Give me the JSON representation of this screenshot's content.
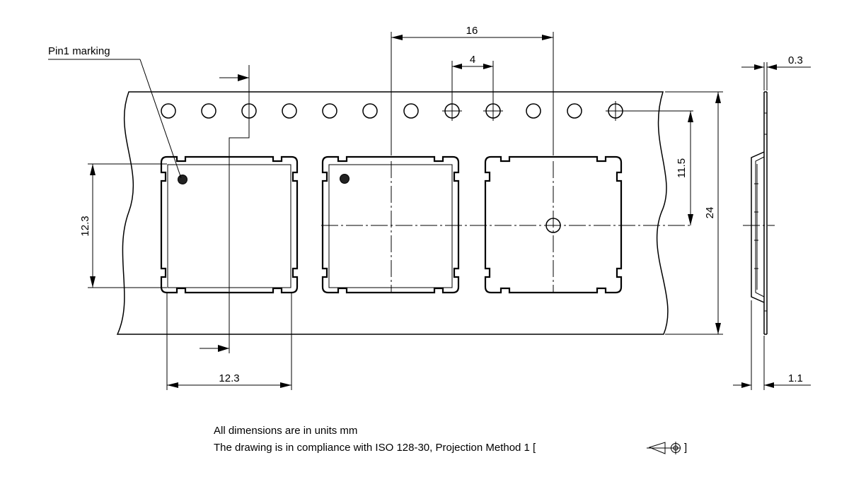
{
  "labels": {
    "pin1": "Pin1 marking"
  },
  "dimensions": {
    "pitch": "16",
    "hole_pitch": "4",
    "thickness_top": "0.3",
    "hole_to_center": "11.5",
    "tape_width": "24",
    "pocket_height": "12.3",
    "pocket_width": "12.3",
    "thickness_bottom": "1.1"
  },
  "notes": {
    "line1": "All dimensions are in units mm",
    "line2_prefix": "The drawing is in compliance with ISO 128-30, Projection Method 1 [",
    "line2_suffix": "]"
  }
}
